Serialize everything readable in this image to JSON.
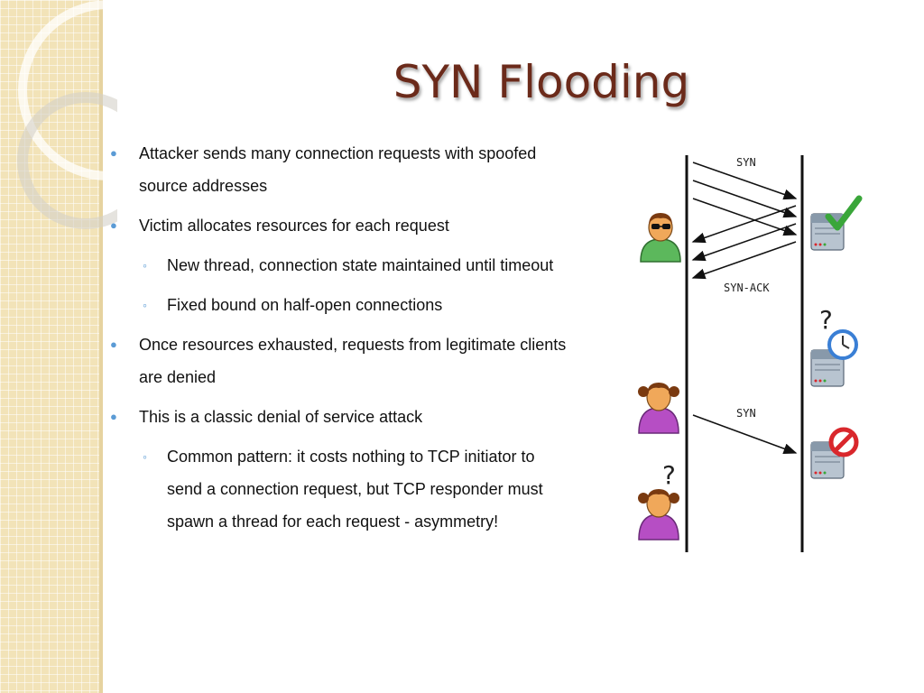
{
  "slide": {
    "title": "SYN Flooding"
  },
  "bullets": [
    {
      "level": 1,
      "lines": [
        "Attacker sends many connection requests with spoofed",
        "source addresses"
      ]
    },
    {
      "level": 1,
      "lines": [
        "Victim allocates resources for each request"
      ]
    },
    {
      "level": 2,
      "lines": [
        "New thread, connection state maintained until timeout"
      ]
    },
    {
      "level": 2,
      "lines": [
        "Fixed bound on half-open connections"
      ]
    },
    {
      "level": 1,
      "lines": [
        "Once resources exhausted, requests from legitimate clients",
        "are denied"
      ]
    },
    {
      "level": 1,
      "lines": [
        "This is a classic denial of service attack"
      ]
    },
    {
      "level": 2,
      "lines": [
        "Common pattern: it costs nothing to TCP initiator to",
        "send a connection request, but TCP responder must",
        "spawn a thread for each request - asymmetry!"
      ]
    }
  ],
  "diagram": {
    "syn_label_top": "SYN",
    "synack_label": "SYN-ACK",
    "syn_label_bottom": "SYN",
    "question_mark_server": "?",
    "question_mark_client": "?"
  },
  "colors": {
    "title": "#6b2a1a",
    "bullet_marker": "#5b9bd5",
    "attacker_shirt": "#5cb85c",
    "client_shirt": "#b64ec4",
    "check": "#3aa63a",
    "deny": "#d9272c",
    "clock": "#3a7fd5"
  }
}
